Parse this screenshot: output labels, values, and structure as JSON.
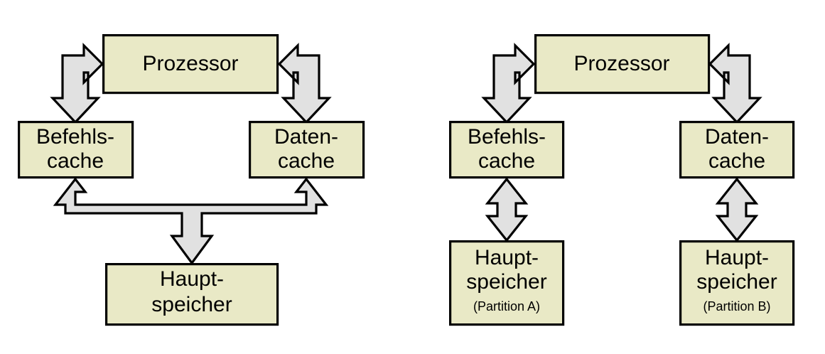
{
  "diagram": {
    "type": "block-diagram",
    "title": "",
    "background_color": "#ffffff",
    "box_fill_color": "#e9e9c6",
    "box_stroke_color": "#000000",
    "arrow_fill_color": "#e1e1e1",
    "arrow_stroke_color": "#000000",
    "panels": [
      {
        "id": "left-panel",
        "name": "unified-memory-architecture",
        "nodes": [
          {
            "id": "left-prozessor",
            "name": "prozessor",
            "lines": [
              "Prozessor"
            ]
          },
          {
            "id": "left-befehlscache",
            "name": "befehlscache",
            "lines": [
              "Befehls-",
              "cache"
            ]
          },
          {
            "id": "left-datencache",
            "name": "datencache",
            "lines": [
              "Daten-",
              "cache"
            ]
          },
          {
            "id": "left-hauptspeicher",
            "name": "hauptspeicher",
            "lines": [
              "Haupt-",
              "speicher"
            ],
            "sublabel": ""
          }
        ],
        "connectors": [
          {
            "id": "left-conn-proz-befehl",
            "name": "elbow-arrow-prozessor-befehlscache",
            "from": "left-prozessor",
            "to": "left-befehlscache",
            "style": "bidirectional-elbow"
          },
          {
            "id": "left-conn-proz-daten",
            "name": "elbow-arrow-prozessor-datencache",
            "from": "left-prozessor",
            "to": "left-datencache",
            "style": "bidirectional-elbow"
          },
          {
            "id": "left-conn-bus",
            "name": "shared-bus-arrow",
            "from": "left-hauptspeicher",
            "to": "left-befehlscache,left-datencache",
            "style": "three-way-bus"
          }
        ]
      },
      {
        "id": "right-panel",
        "name": "partitioned-memory-architecture",
        "nodes": [
          {
            "id": "right-prozessor",
            "name": "prozessor",
            "lines": [
              "Prozessor"
            ]
          },
          {
            "id": "right-befehlscache",
            "name": "befehlscache",
            "lines": [
              "Befehls-",
              "cache"
            ]
          },
          {
            "id": "right-datencache",
            "name": "datencache",
            "lines": [
              "Daten-",
              "cache"
            ]
          },
          {
            "id": "right-hauptspeicher-a",
            "name": "hauptspeicher-partition-a",
            "lines": [
              "Haupt-",
              "speicher"
            ],
            "sublabel": "(Partition A)"
          },
          {
            "id": "right-hauptspeicher-b",
            "name": "hauptspeicher-partition-b",
            "lines": [
              "Haupt-",
              "speicher"
            ],
            "sublabel": "(Partition B)"
          }
        ],
        "connectors": [
          {
            "id": "right-conn-proz-befehl",
            "name": "elbow-arrow-prozessor-befehlscache",
            "from": "right-prozessor",
            "to": "right-befehlscache",
            "style": "bidirectional-elbow"
          },
          {
            "id": "right-conn-proz-daten",
            "name": "elbow-arrow-prozessor-datencache",
            "from": "right-prozessor",
            "to": "right-datencache",
            "style": "bidirectional-elbow"
          },
          {
            "id": "right-conn-befehl-mem",
            "name": "arrow-befehlscache-hauptspeicher-a",
            "from": "right-befehlscache",
            "to": "right-hauptspeicher-a",
            "style": "bidirectional-vertical"
          },
          {
            "id": "right-conn-daten-mem",
            "name": "arrow-datencache-hauptspeicher-b",
            "from": "right-datencache",
            "to": "right-hauptspeicher-b",
            "style": "bidirectional-vertical"
          }
        ]
      }
    ]
  },
  "labels": {
    "prozessor": "Prozessor",
    "befehls_line1": "Befehls-",
    "befehls_line2": "cache",
    "daten_line1": "Daten-",
    "daten_line2": "cache",
    "haupt_line1": "Haupt-",
    "haupt_line2": "speicher",
    "partition_a": "(Partition A)",
    "partition_b": "(Partition B)"
  }
}
